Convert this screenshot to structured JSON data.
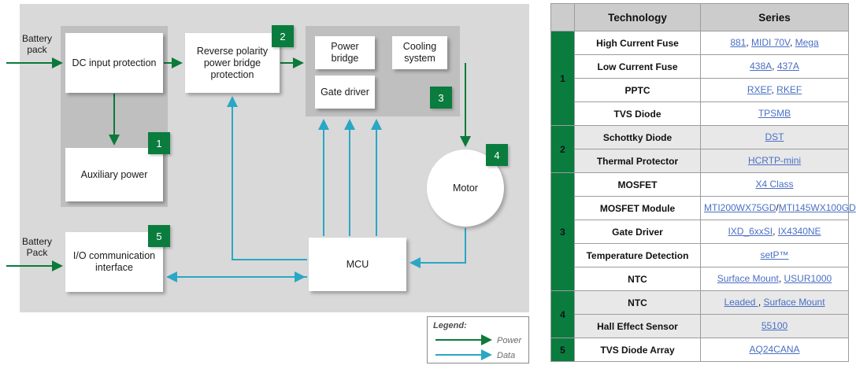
{
  "diagram": {
    "nodes": {
      "dc_input_protection": "DC input protection",
      "auxiliary_power": "Auxiliary power",
      "reverse_polarity": "Reverse polarity power bridge protection",
      "power_bridge": "Power bridge",
      "gate_driver": "Gate driver",
      "cooling_system": "Cooling system",
      "motor": "Motor",
      "mcu": "MCU",
      "io_interface": "I/O communication interface"
    },
    "edge_labels": {
      "battery_pack_top": "Battery pack",
      "battery_pack_bottom": "Battery Pack"
    },
    "badges": {
      "b1": "1",
      "b2": "2",
      "b3": "3",
      "b4": "4",
      "b5": "5"
    },
    "legend": {
      "title": "Legend:",
      "power": "Power",
      "data": "Data"
    },
    "colors": {
      "power_line": "#0b7a3b",
      "data_line": "#2aa7c4",
      "badge_green": "#0a7c3e",
      "canvas_bg": "#d9d9d9",
      "subgroup_bg": "#bfbfbf"
    }
  },
  "table": {
    "headers": [
      "",
      "Technology",
      "Series"
    ],
    "rows": [
      {
        "group": "1",
        "group_span": 4,
        "alt": false,
        "technology": "High Current Fuse",
        "series": [
          "881",
          ", ",
          "MIDI 70V",
          ", ",
          "Mega"
        ],
        "links": [
          true,
          false,
          true,
          false,
          true
        ]
      },
      {
        "group": null,
        "alt": false,
        "technology": "Low Current Fuse",
        "series": [
          "438A",
          ", ",
          "437A"
        ],
        "links": [
          true,
          false,
          true
        ]
      },
      {
        "group": null,
        "alt": false,
        "technology": "PPTC",
        "series": [
          "RXEF",
          ", ",
          "RKEF"
        ],
        "links": [
          true,
          false,
          true
        ]
      },
      {
        "group": null,
        "alt": false,
        "technology": "TVS Diode",
        "series": [
          "TPSMB"
        ],
        "links": [
          true
        ]
      },
      {
        "group": "2",
        "group_span": 2,
        "alt": true,
        "technology": "Schottky Diode",
        "series": [
          "DST"
        ],
        "links": [
          true
        ]
      },
      {
        "group": null,
        "alt": true,
        "technology": "Thermal Protector",
        "series": [
          "HCRTP-mini"
        ],
        "links": [
          true
        ]
      },
      {
        "group": "3",
        "group_span": 5,
        "alt": false,
        "technology": "MOSFET",
        "series": [
          "X4 Class"
        ],
        "links": [
          true
        ]
      },
      {
        "group": null,
        "alt": false,
        "technology": "MOSFET Module",
        "series": [
          "MTI200WX75GD",
          "/",
          "MTI145WX100GD"
        ],
        "links": [
          true,
          false,
          true
        ],
        "tall": true
      },
      {
        "group": null,
        "alt": false,
        "technology": "Gate Driver",
        "series": [
          "IXD_6xxSI",
          ", ",
          "IX4340NE"
        ],
        "links": [
          true,
          false,
          true
        ]
      },
      {
        "group": null,
        "alt": false,
        "technology": "Temperature Detection",
        "series": [
          "setP™"
        ],
        "links": [
          true
        ]
      },
      {
        "group": null,
        "alt": false,
        "technology": "NTC",
        "series": [
          "Surface Mount",
          ", ",
          "USUR1000"
        ],
        "links": [
          true,
          false,
          true
        ]
      },
      {
        "group": "4",
        "group_span": 2,
        "alt": true,
        "technology": "NTC",
        "series": [
          "Leaded ",
          ", ",
          "Surface Mount"
        ],
        "links": [
          true,
          false,
          true
        ]
      },
      {
        "group": null,
        "alt": true,
        "technology": "Hall Effect Sensor",
        "series": [
          "55100"
        ],
        "links": [
          true
        ]
      },
      {
        "group": "5",
        "group_span": 1,
        "alt": false,
        "technology": "TVS Diode Array",
        "series": [
          "AQ24CANA"
        ],
        "links": [
          true
        ]
      }
    ]
  }
}
